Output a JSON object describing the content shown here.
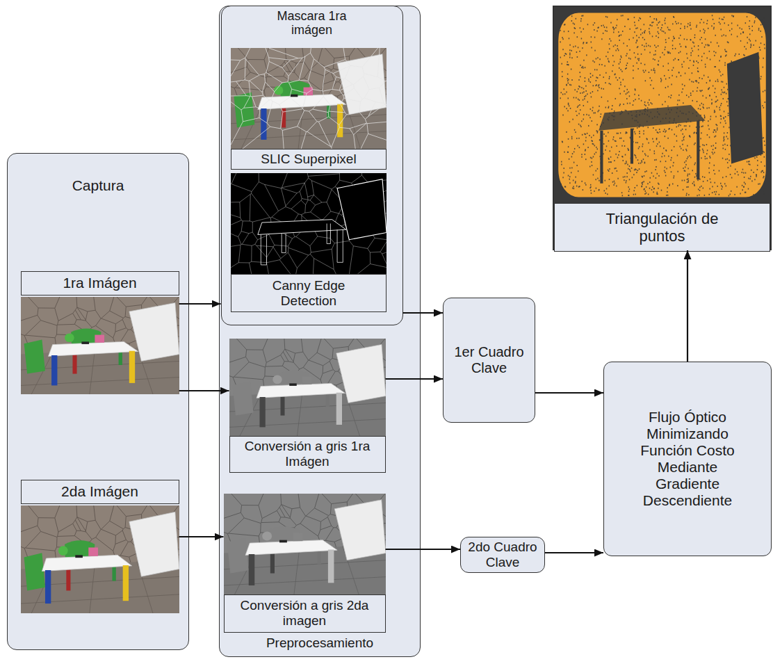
{
  "diagram": {
    "nodes": [
      {
        "text": [
          "Captura"
        ]
      },
      {
        "text": [
          "1ra Imágen"
        ],
        "in": 0
      },
      {
        "text": [
          "2da Imágen"
        ],
        "in": 0
      },
      {
        "text": [
          "Preprocesamiento"
        ]
      },
      {
        "text": [
          "Mascara 1ra imágen"
        ],
        "in": 3
      },
      {
        "text": [
          "SLIC Superpixel"
        ],
        "in": 4
      },
      {
        "text": [
          "Canny Edge Detection"
        ],
        "in": 4
      },
      {
        "text": [
          "Conversión a gris 1ra Imágen"
        ],
        "in": 3
      },
      {
        "text": [
          "Conversión a gris 2da imagen"
        ],
        "in": 3
      },
      {
        "text": [
          "1er Cuadro Clave"
        ]
      },
      {
        "text": [
          "2do Cuadro Clave"
        ]
      },
      {
        "text": [
          "Flujo Óptico Minimizando Función Costo Mediante Gradiente Descendiente"
        ]
      },
      {
        "text": [
          "Triangulación de puntos"
        ]
      }
    ],
    "edges": [
      {
        "from": 1,
        "to": 4,
        "arrow": "to"
      },
      {
        "from": 1,
        "to": 7,
        "arrow": "to"
      },
      {
        "from": 2,
        "to": 8,
        "arrow": "to"
      },
      {
        "from": 4,
        "to": 9,
        "arrow": "to"
      },
      {
        "from": 7,
        "to": 9,
        "arrow": "to"
      },
      {
        "from": 8,
        "to": 10,
        "arrow": "to"
      },
      {
        "from": 9,
        "to": 11,
        "arrow": "to"
      },
      {
        "from": 10,
        "to": 11,
        "arrow": "to"
      },
      {
        "from": 11,
        "to": 12,
        "arrow": "to"
      }
    ]
  }
}
